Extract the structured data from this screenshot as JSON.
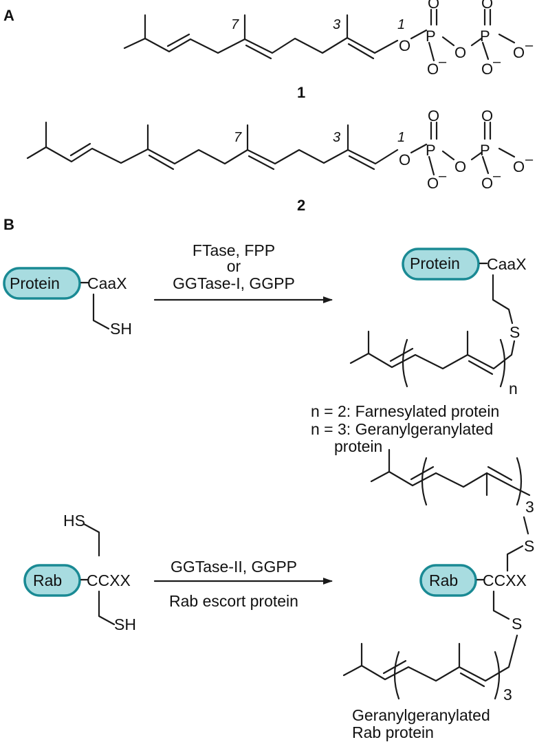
{
  "colors": {
    "protein_fill": "#a8dce0",
    "protein_stroke": "#1a8a94",
    "ink": "#111111"
  },
  "panel_a": {
    "label": "A",
    "compounds": [
      {
        "number": "1",
        "locants": [
          "7",
          "3",
          "1"
        ]
      },
      {
        "number": "2",
        "locants": [
          "7",
          "3",
          "1"
        ]
      }
    ],
    "atoms": {
      "O": "O",
      "P": "P",
      "minus": "–"
    }
  },
  "panel_b": {
    "label": "B",
    "reaction1": {
      "reagent_line1": "FTase, FPP",
      "reagent_line2": "or",
      "reagent_line3": "GGTase-I, GGPP",
      "substrate_protein": "Protein",
      "motif": "CaaX",
      "thiol": "SH",
      "product_protein": "Protein",
      "product_motif": "CaaX",
      "sulfur": "S",
      "repeat": "n",
      "note_line1": "n = 2: Farnesylated protein",
      "note_line2": "n = 3: Geranylgeranylated",
      "note_line3": "protein"
    },
    "reaction2": {
      "reagent_line1": "GGTase-II, GGPP",
      "reagent_line2": "Rab escort protein",
      "substrate_protein": "Rab",
      "motif": "CCXX",
      "thiol_top": "HS",
      "thiol_bottom": "SH",
      "product_protein": "Rab",
      "product_motif": "CCXX",
      "sulfur_top": "S",
      "sulfur_bottom": "S",
      "repeat_top": "3",
      "repeat_bottom": "3",
      "note_line1": "Geranylgeranylated",
      "note_line2": "Rab protein"
    }
  }
}
